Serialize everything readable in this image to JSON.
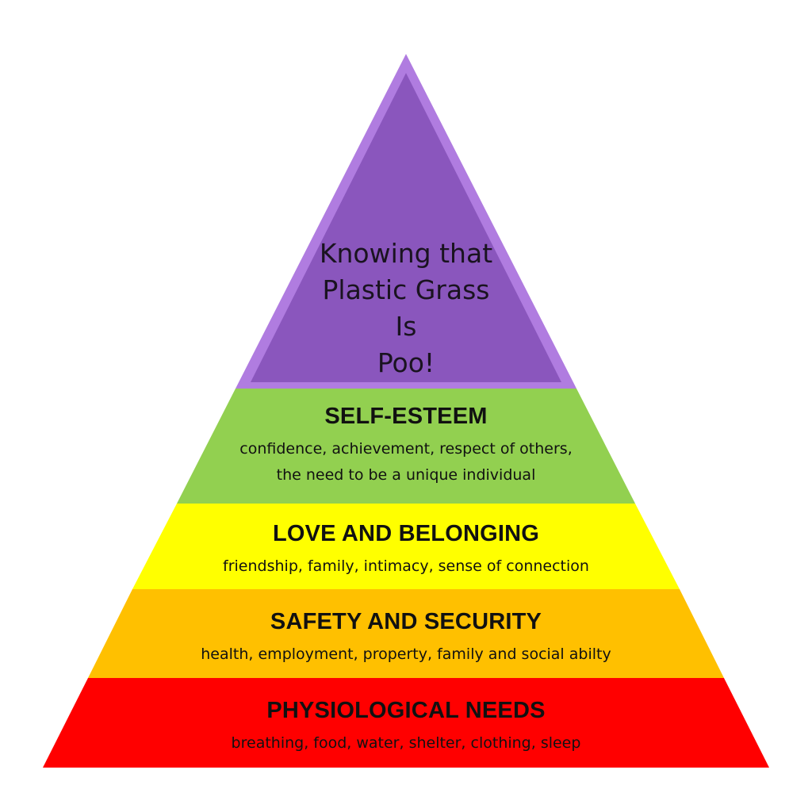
{
  "colors": {
    "apex": "#8a56bd",
    "apex_edge": "#b07ce0",
    "self_esteem": "#92d050",
    "love": "#ffff00",
    "safety": "#ffc000",
    "physiological": "#ff0000"
  },
  "apex": {
    "lines": [
      "Knowing that",
      "Plastic Grass",
      "Is",
      "Poo!"
    ]
  },
  "tiers": [
    {
      "title": "SELF-ESTEEM",
      "desc": [
        "confidence, achievement, respect of others,",
        "the need to be a unique individual"
      ]
    },
    {
      "title": "LOVE AND BELONGING",
      "desc": [
        "friendship, family, intimacy, sense of connection"
      ]
    },
    {
      "title": "SAFETY AND SECURITY",
      "desc": [
        "health, employment, property, family and social abilty"
      ]
    },
    {
      "title": "PHYSIOLOGICAL NEEDS",
      "desc": [
        "breathing, food, water, shelter, clothing, sleep"
      ]
    }
  ]
}
